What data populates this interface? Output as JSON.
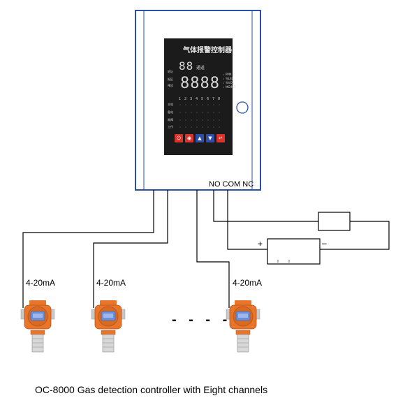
{
  "controller": {
    "panel_title": "气体报警控制器",
    "channel_display": "88",
    "channel_label": "通道",
    "value_display": "8888",
    "left_labels": [
      "地址",
      "报区",
      "预设"
    ],
    "unit_labels": [
      "PPM",
      "%LEL",
      "%VOL",
      "MG/M3"
    ],
    "channel_numbers": [
      "1",
      "2",
      "3",
      "4",
      "5",
      "6",
      "7",
      "8"
    ],
    "row_labels": [
      "主电",
      "备电",
      "故障",
      "工作"
    ],
    "keys": [
      {
        "glyph": "⏻",
        "color": "#d9332b"
      },
      {
        "glyph": "◉",
        "color": "#d9332b"
      },
      {
        "glyph": "▲",
        "color": "#2f4fa6"
      },
      {
        "glyph": "▼",
        "color": "#2f4fa6"
      },
      {
        "glyph": "↵",
        "color": "#d9332b"
      }
    ]
  },
  "relay": {
    "terminals": "NO COM NC",
    "plus": "+",
    "minus": "–"
  },
  "signals": [
    "4-20mA",
    "4-20mA",
    "4-20mA"
  ],
  "ellipsis": "- - - -",
  "caption": "OC-8000 Gas detection controller with Eight channels",
  "colors": {
    "cabinet_border": "#2a4fa3",
    "panel": "#1b1b1b",
    "detector_orange": "#e8752a",
    "lcd": "#6b8fd8"
  }
}
